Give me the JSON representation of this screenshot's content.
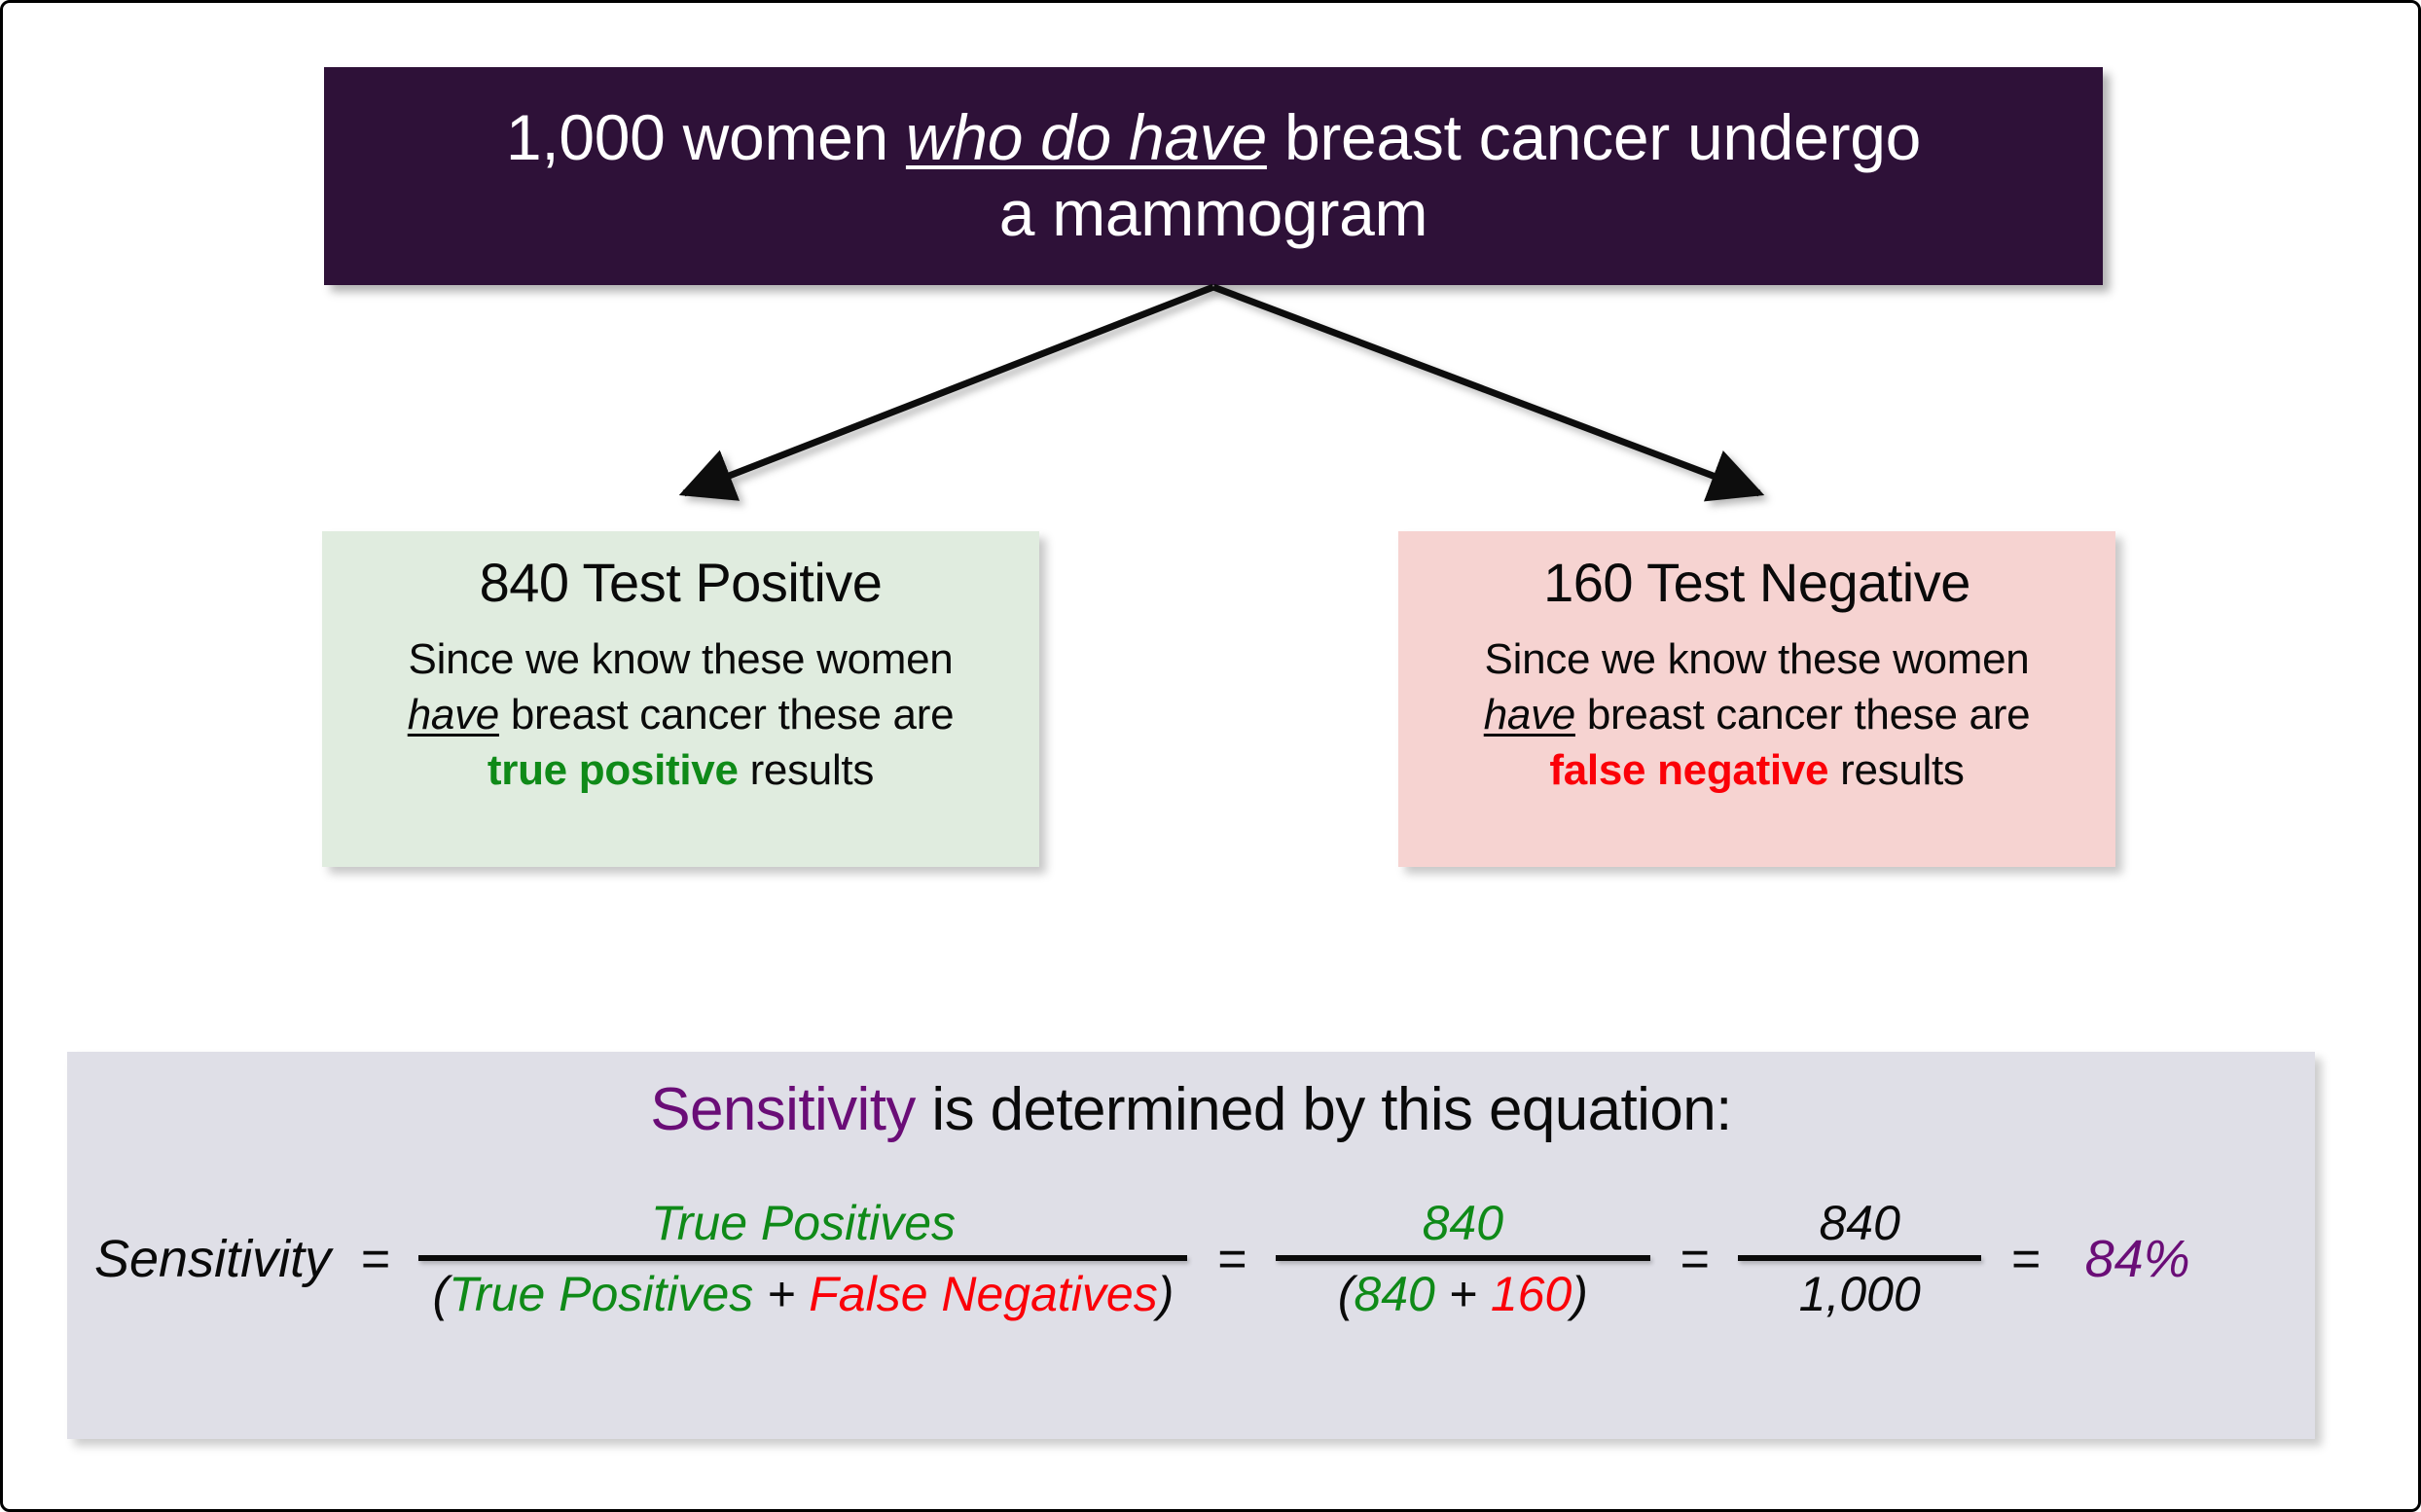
{
  "header": {
    "line1_prefix": "1,000 women ",
    "line1_emphasis": "who do have",
    "line1_suffix": " breast cancer undergo",
    "line2": "a mammogram"
  },
  "branches": {
    "left_arrow": "branch-arrow-left",
    "right_arrow": "branch-arrow-right",
    "down_arrow_left": "down-arrow-positive",
    "down_arrow_right": "down-arrow-negative"
  },
  "positive_box": {
    "title": "840 Test Positive",
    "body_line1": "Since we know these women",
    "body_emphasis": "have",
    "body_line2_rest": " breast cancer these are",
    "result_term": "true positive",
    "body_line3_rest": " results"
  },
  "negative_box": {
    "title": "160 Test Negative",
    "body_line1": "Since we know these women",
    "body_emphasis": "have",
    "body_line2_rest": " breast cancer these are",
    "result_term": "false negative",
    "body_line3_rest": " results"
  },
  "equation_panel": {
    "heading_term": "Sensitivity",
    "heading_rest": " is determined by this equation:",
    "label": "Sensitivity",
    "eq1": "=",
    "frac1_num": "True Positives",
    "frac1_den_open": "(",
    "frac1_den_tp": "True Positives",
    "frac1_den_plus": " + ",
    "frac1_den_fn": "False Negatives",
    "frac1_den_close": ")",
    "eq2": "=",
    "frac2_num": "840",
    "frac2_den_open": "(",
    "frac2_den_tp": "840",
    "frac2_den_plus": " + ",
    "frac2_den_fn": "160",
    "frac2_den_close": ")",
    "eq3": "=",
    "frac3_num": "840",
    "frac3_den": "1,000",
    "eq4": "=",
    "result": "84%"
  },
  "colors": {
    "header_bg": "#2e1138",
    "positive_bg": "#e0ecdf",
    "negative_bg": "#f6d3d1",
    "panel_bg": "#dfdfe7",
    "true_positive": "#0f8a18",
    "false_negative": "#fb0008",
    "sensitivity_purple": "#6a0d77"
  },
  "chart_data": {
    "type": "diagram",
    "title": "Sensitivity of mammogram in women who do have breast cancer",
    "total_population": 1000,
    "condition": "have breast cancer",
    "branches": [
      {
        "label": "840 Test Positive",
        "count": 840,
        "classification": "true positive"
      },
      {
        "label": "160 Test Negative",
        "count": 160,
        "classification": "false negative"
      }
    ],
    "metric": {
      "name": "Sensitivity",
      "formula": "True Positives / (True Positives + False Negatives)",
      "computation": "840 / (840 + 160) = 840 / 1,000",
      "value": "84%",
      "value_numeric": 84
    }
  }
}
